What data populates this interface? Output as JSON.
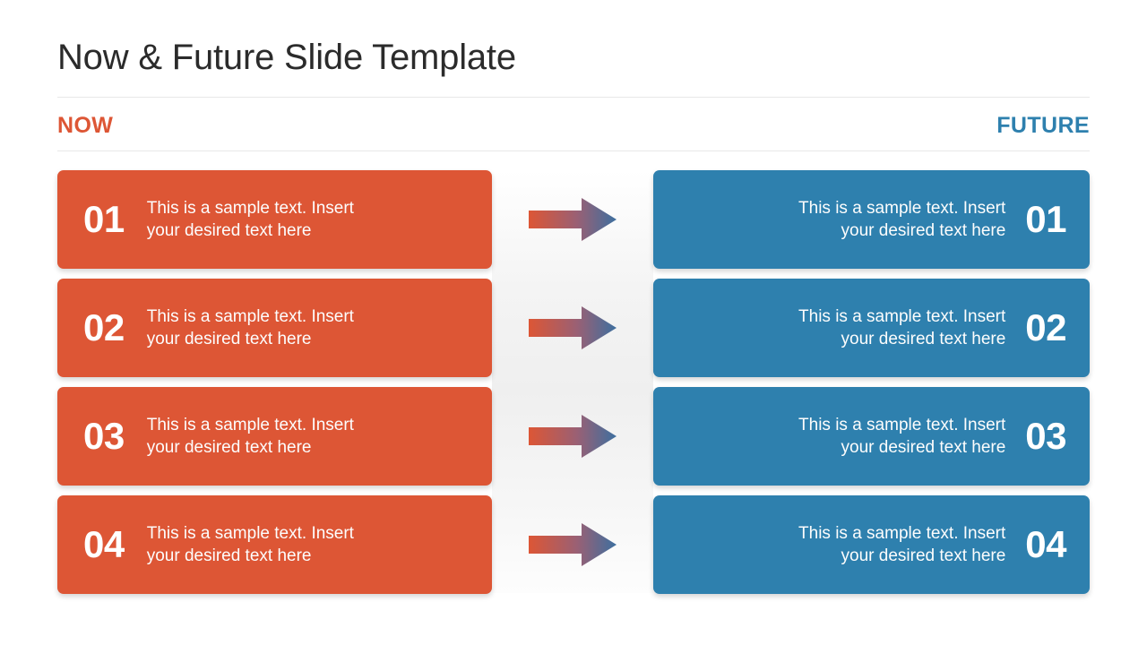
{
  "slide": {
    "title": "Now & Future Slide Template",
    "columns": {
      "left_header": "NOW",
      "right_header": "FUTURE"
    },
    "colors": {
      "now_orange": "#dd5635",
      "future_blue": "#2e80ae",
      "title_text": "#2b2b2b",
      "divider": "#e8e8e8",
      "box_text": "#fdfdfd",
      "arrow_gradient_start": "#dd5635",
      "arrow_gradient_end": "#3f6f9e"
    },
    "rows": [
      {
        "now": {
          "number": "01",
          "line1": "This is a sample text. Insert",
          "line2": "your desired text here"
        },
        "future": {
          "number": "01",
          "line1": "This is a sample text. Insert",
          "line2": "your desired text here"
        },
        "arrow": "arrow-right-icon"
      },
      {
        "now": {
          "number": "02",
          "line1": "This is a sample text. Insert",
          "line2": "your desired text here"
        },
        "future": {
          "number": "02",
          "line1": "This is a sample text. Insert",
          "line2": "your desired text here"
        },
        "arrow": "arrow-right-icon"
      },
      {
        "now": {
          "number": "03",
          "line1": "This is a sample text. Insert",
          "line2": "your desired text here"
        },
        "future": {
          "number": "03",
          "line1": "This is a sample text. Insert",
          "line2": "your desired text here"
        },
        "arrow": "arrow-right-icon"
      },
      {
        "now": {
          "number": "04",
          "line1": "This is a sample text. Insert",
          "line2": "your desired text here"
        },
        "future": {
          "number": "04",
          "line1": "This is a sample text. Insert",
          "line2": "your desired text here"
        },
        "arrow": "arrow-right-icon"
      }
    ]
  }
}
